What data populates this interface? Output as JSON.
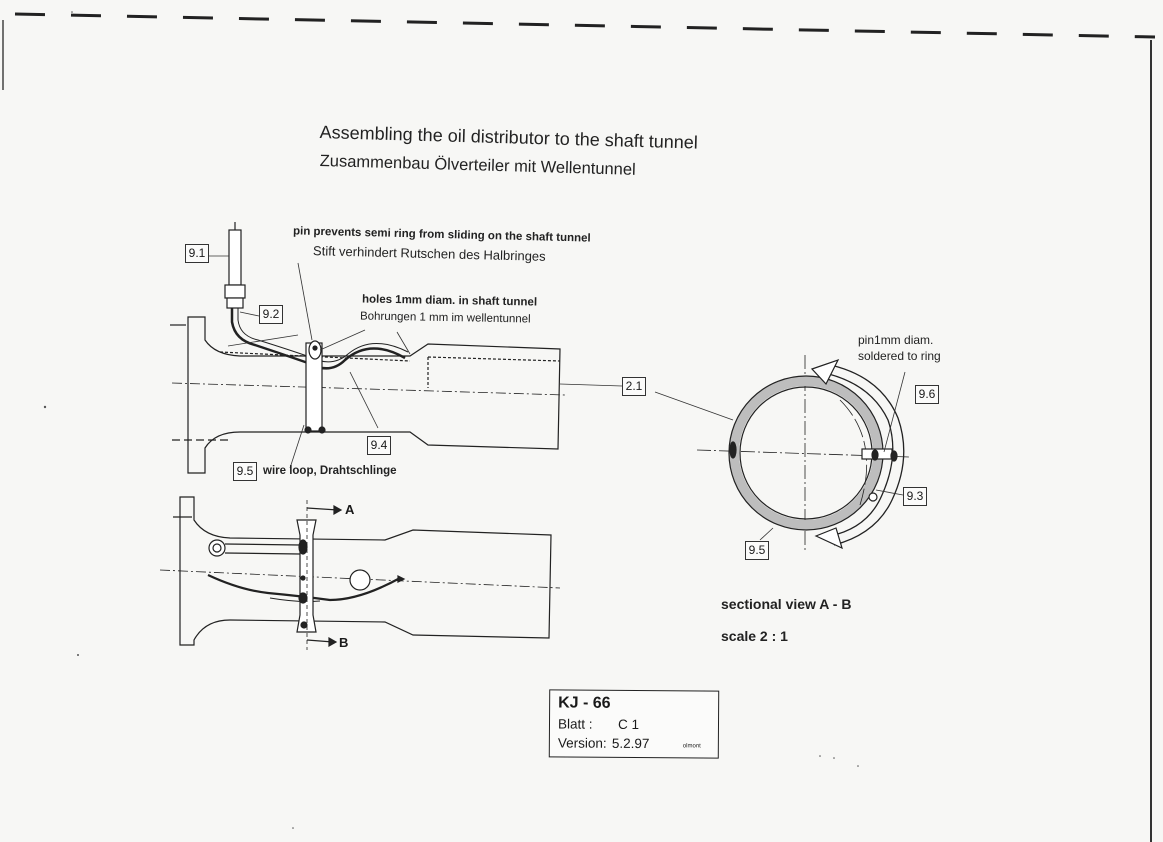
{
  "title": {
    "english": "Assembling the oil distributor to the shaft tunnel",
    "german": "Zusammenbau Ölverteiler mit Wellentunnel"
  },
  "annotations": {
    "pin_en": "pin prevents semi ring from sliding on the shaft tunnel",
    "pin_de": "Stift verhindert Rutschen des Halbringes",
    "holes_en": "holes 1mm diam. in shaft tunnel",
    "holes_de": "Bohrungen 1 mm im wellentunnel",
    "wire_loop": "wire loop, Drahtschlinge",
    "pin_soldered_1": "pin1mm diam.",
    "pin_soldered_2": "soldered to ring"
  },
  "callouts": {
    "c91": "9.1",
    "c92": "9.2",
    "c94": "9.4",
    "c95_top": "9.5",
    "c21": "2.1",
    "c96": "9.6",
    "c93": "9.3",
    "c95_section": "9.5"
  },
  "section_marks": {
    "a": "A",
    "b": "B"
  },
  "section_view": {
    "caption": "sectional view A - B",
    "scale": "scale 2 : 1"
  },
  "title_block": {
    "code": "KJ - 66",
    "sheet_label": "Blatt :",
    "sheet_value": "C 1",
    "version_label": "Version:",
    "version_value": "5.2.97",
    "author": "olmont"
  }
}
